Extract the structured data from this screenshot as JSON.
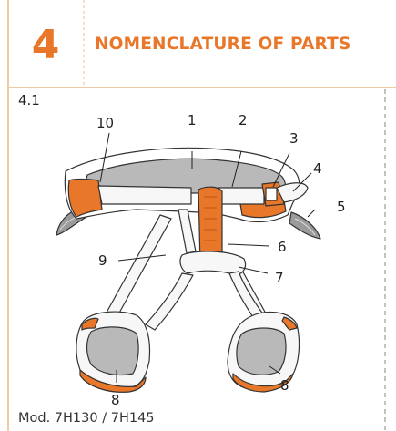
{
  "section": {
    "number": "4",
    "title": "NOMENCLATURE OF PARTS",
    "subsection": "4.1"
  },
  "callouts": [
    "1",
    "2",
    "3",
    "4",
    "5",
    "6",
    "7",
    "8",
    "8",
    "9",
    "10"
  ],
  "caption": "Mod. 7H130 / 7H145",
  "colors": {
    "accent": "#e8772a",
    "frame": "#f0c9a5",
    "dashed": "#9a9a9a",
    "gray": "#9b9b9b"
  }
}
